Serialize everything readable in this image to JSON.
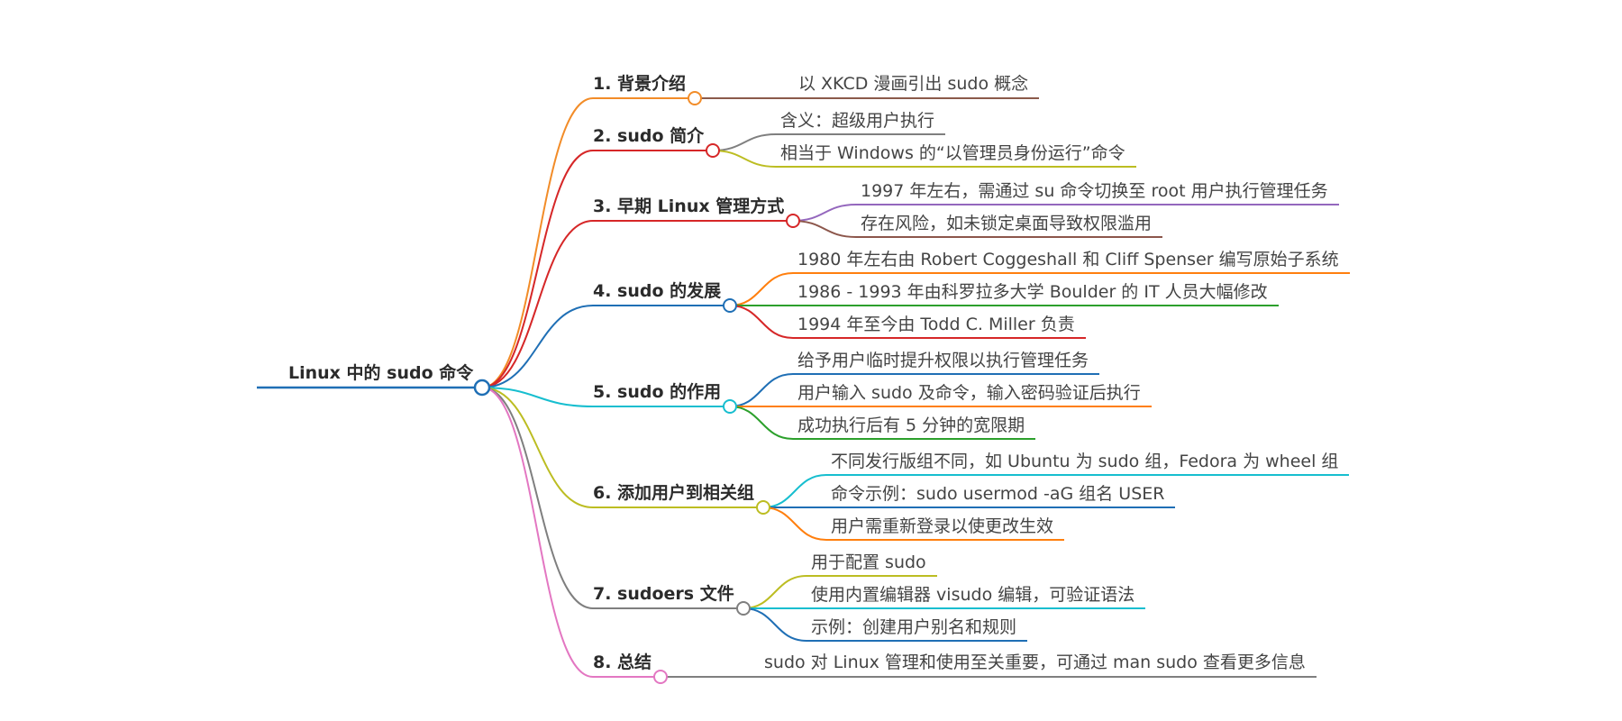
{
  "root": {
    "label": "Linux 中的 sudo 命令",
    "color": "#1f6fb5"
  },
  "branches": [
    {
      "label": "1. 背景介绍",
      "color": "#f28c28",
      "children": [
        {
          "label": "以 XKCD 漫画引出 sudo 概念",
          "color": "#8b5a4a"
        }
      ]
    },
    {
      "label": "2. sudo 简介",
      "color": "#d62728",
      "children": [
        {
          "label": "含义：超级用户执行",
          "color": "#7f7f7f"
        },
        {
          "label": "相当于 Windows 的“以管理员身份运行”命令",
          "color": "#bcbd22"
        }
      ]
    },
    {
      "label": "3. 早期 Linux 管理方式",
      "color": "#d62728",
      "children": [
        {
          "label": "1997 年左右，需通过 su 命令切换至 root 用户执行管理任务",
          "color": "#9467bd"
        },
        {
          "label": "存在风险，如未锁定桌面导致权限滥用",
          "color": "#8c564b"
        }
      ]
    },
    {
      "label": "4. sudo 的发展",
      "color": "#1f6fb5",
      "children": [
        {
          "label": "1980 年左右由 Robert Coggeshall 和 Cliff Spenser 编写原始子系统",
          "color": "#ff7f0e"
        },
        {
          "label": "1986 - 1993 年由科罗拉多大学 Boulder 的 IT 人员大幅修改",
          "color": "#2ca02c"
        },
        {
          "label": "1994 年至今由 Todd C. Miller 负责",
          "color": "#d62728"
        }
      ]
    },
    {
      "label": "5. sudo 的作用",
      "color": "#17becf",
      "children": [
        {
          "label": "给予用户临时提升权限以执行管理任务",
          "color": "#1f6fb5"
        },
        {
          "label": "用户输入 sudo 及命令，输入密码验证后执行",
          "color": "#ff7f0e"
        },
        {
          "label": "成功执行后有 5 分钟的宽限期",
          "color": "#2ca02c"
        }
      ]
    },
    {
      "label": "6. 添加用户到相关组",
      "color": "#bcbd22",
      "children": [
        {
          "label": "不同发行版组不同，如 Ubuntu 为 sudo 组，Fedora 为 wheel 组",
          "color": "#17becf"
        },
        {
          "label": "命令示例：sudo usermod -aG 组名 USER",
          "color": "#1f6fb5"
        },
        {
          "label": "用户需重新登录以使更改生效",
          "color": "#ff7f0e"
        }
      ]
    },
    {
      "label": "7. sudoers 文件",
      "color": "#7f7f7f",
      "children": [
        {
          "label": "用于配置 sudo",
          "color": "#bcbd22"
        },
        {
          "label": "使用内置编辑器 visudo 编辑，可验证语法",
          "color": "#17becf"
        },
        {
          "label": "示例：创建用户别名和规则",
          "color": "#1f6fb5"
        }
      ]
    },
    {
      "label": "8. 总结",
      "color": "#e377c2",
      "children": [
        {
          "label": "sudo 对 Linux 管理和使用至关重要，可通过 man sudo 查看更多信息",
          "color": "#7f7f7f"
        }
      ]
    }
  ]
}
